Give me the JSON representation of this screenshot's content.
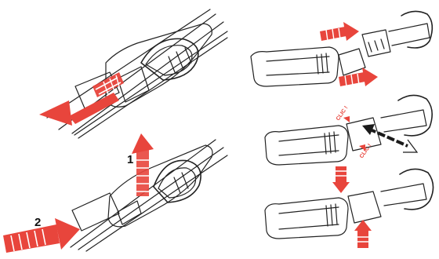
{
  "steps": {
    "one": "1",
    "two": "2"
  },
  "clic_labels": {
    "upper": "CLIC !",
    "lower": "CLIC !"
  },
  "colors": {
    "arrow_red": "#e8453c",
    "line": "#222222",
    "push_arrow": "#1a1a1a"
  }
}
